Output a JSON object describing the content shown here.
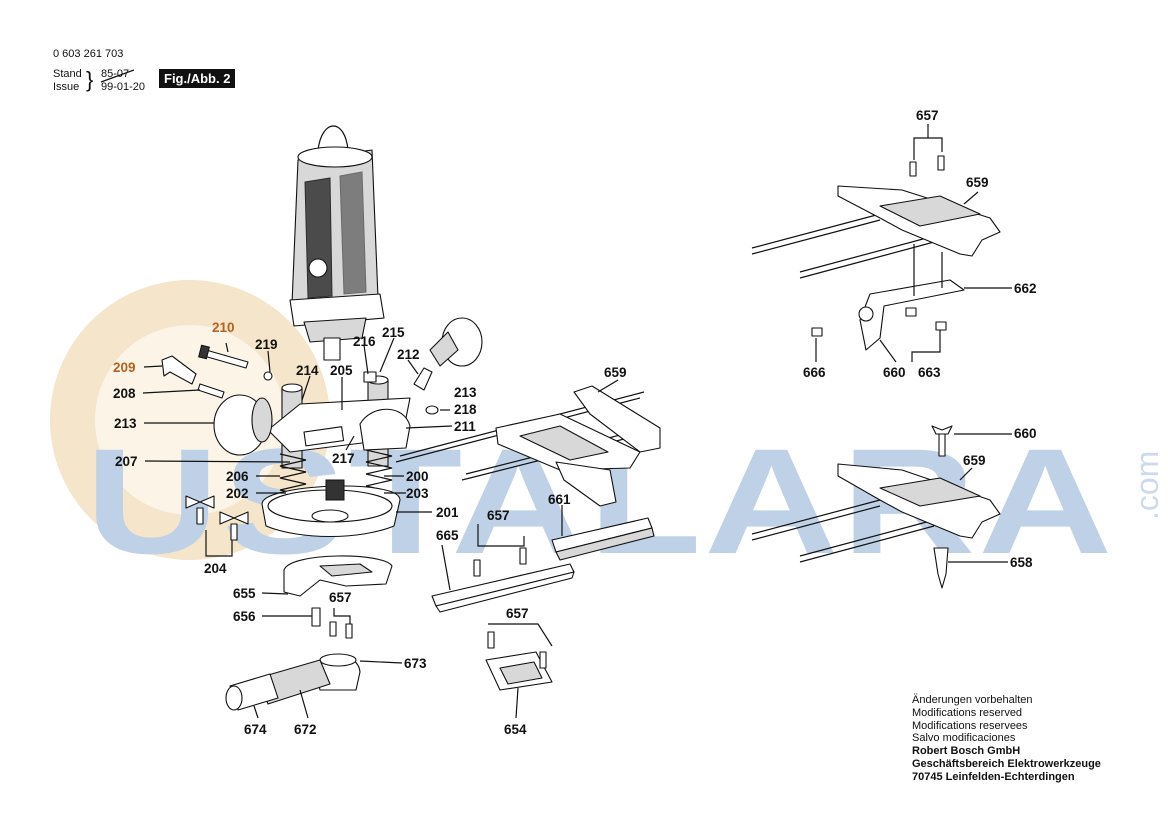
{
  "header": {
    "doc_number": "0 603 261 703",
    "stand_label": "Stand",
    "stand_value": "85-07",
    "issue_label": "Issue",
    "issue_value": "99-01-20",
    "figure_label": "Fig./Abb. 2"
  },
  "watermark": {
    "text": "USTALARA",
    "suffix": ".com"
  },
  "notes": {
    "lines": [
      "Änderungen vorbehalten",
      "Modifications reserved",
      "Modifications reservees",
      "Salvo modificaciones"
    ],
    "company_lines": [
      "Robert Bosch GmbH",
      "Geschäftsbereich Elektrowerkzeuge",
      "70745 Leinfelden-Echterdingen"
    ]
  },
  "parts": [
    {
      "id": "p210",
      "label": "210"
    },
    {
      "id": "p219",
      "label": "219"
    },
    {
      "id": "p209",
      "label": "209"
    },
    {
      "id": "p208",
      "label": "208"
    },
    {
      "id": "p213a",
      "label": "213"
    },
    {
      "id": "p207",
      "label": "207"
    },
    {
      "id": "p206",
      "label": "206"
    },
    {
      "id": "p202",
      "label": "202"
    },
    {
      "id": "p204",
      "label": "204"
    },
    {
      "id": "p214",
      "label": "214"
    },
    {
      "id": "p205",
      "label": "205"
    },
    {
      "id": "p216",
      "label": "216"
    },
    {
      "id": "p215",
      "label": "215"
    },
    {
      "id": "p212",
      "label": "212"
    },
    {
      "id": "p213b",
      "label": "213"
    },
    {
      "id": "p218",
      "label": "218"
    },
    {
      "id": "p211",
      "label": "211"
    },
    {
      "id": "p217",
      "label": "217"
    },
    {
      "id": "p200",
      "label": "200"
    },
    {
      "id": "p203",
      "label": "203"
    },
    {
      "id": "p201",
      "label": "201"
    },
    {
      "id": "p655",
      "label": "655"
    },
    {
      "id": "p656",
      "label": "656"
    },
    {
      "id": "p657a",
      "label": "657"
    },
    {
      "id": "p673",
      "label": "673"
    },
    {
      "id": "p674",
      "label": "674"
    },
    {
      "id": "p672",
      "label": "672"
    },
    {
      "id": "p659a",
      "label": "659"
    },
    {
      "id": "p661",
      "label": "661"
    },
    {
      "id": "p657b",
      "label": "657"
    },
    {
      "id": "p665",
      "label": "665"
    },
    {
      "id": "p657c",
      "label": "657"
    },
    {
      "id": "p654",
      "label": "654"
    },
    {
      "id": "p657d",
      "label": "657"
    },
    {
      "id": "p659b",
      "label": "659"
    },
    {
      "id": "p662",
      "label": "662"
    },
    {
      "id": "p666",
      "label": "666"
    },
    {
      "id": "p660a",
      "label": "660"
    },
    {
      "id": "p663",
      "label": "663"
    },
    {
      "id": "p660b",
      "label": "660"
    },
    {
      "id": "p659c",
      "label": "659"
    },
    {
      "id": "p658",
      "label": "658"
    }
  ],
  "colors": {
    "line": "#111111",
    "highlight_label": "#b5621e",
    "watermark_blue": "#b9cde4",
    "watermark_orange": "#f3e3c6"
  }
}
